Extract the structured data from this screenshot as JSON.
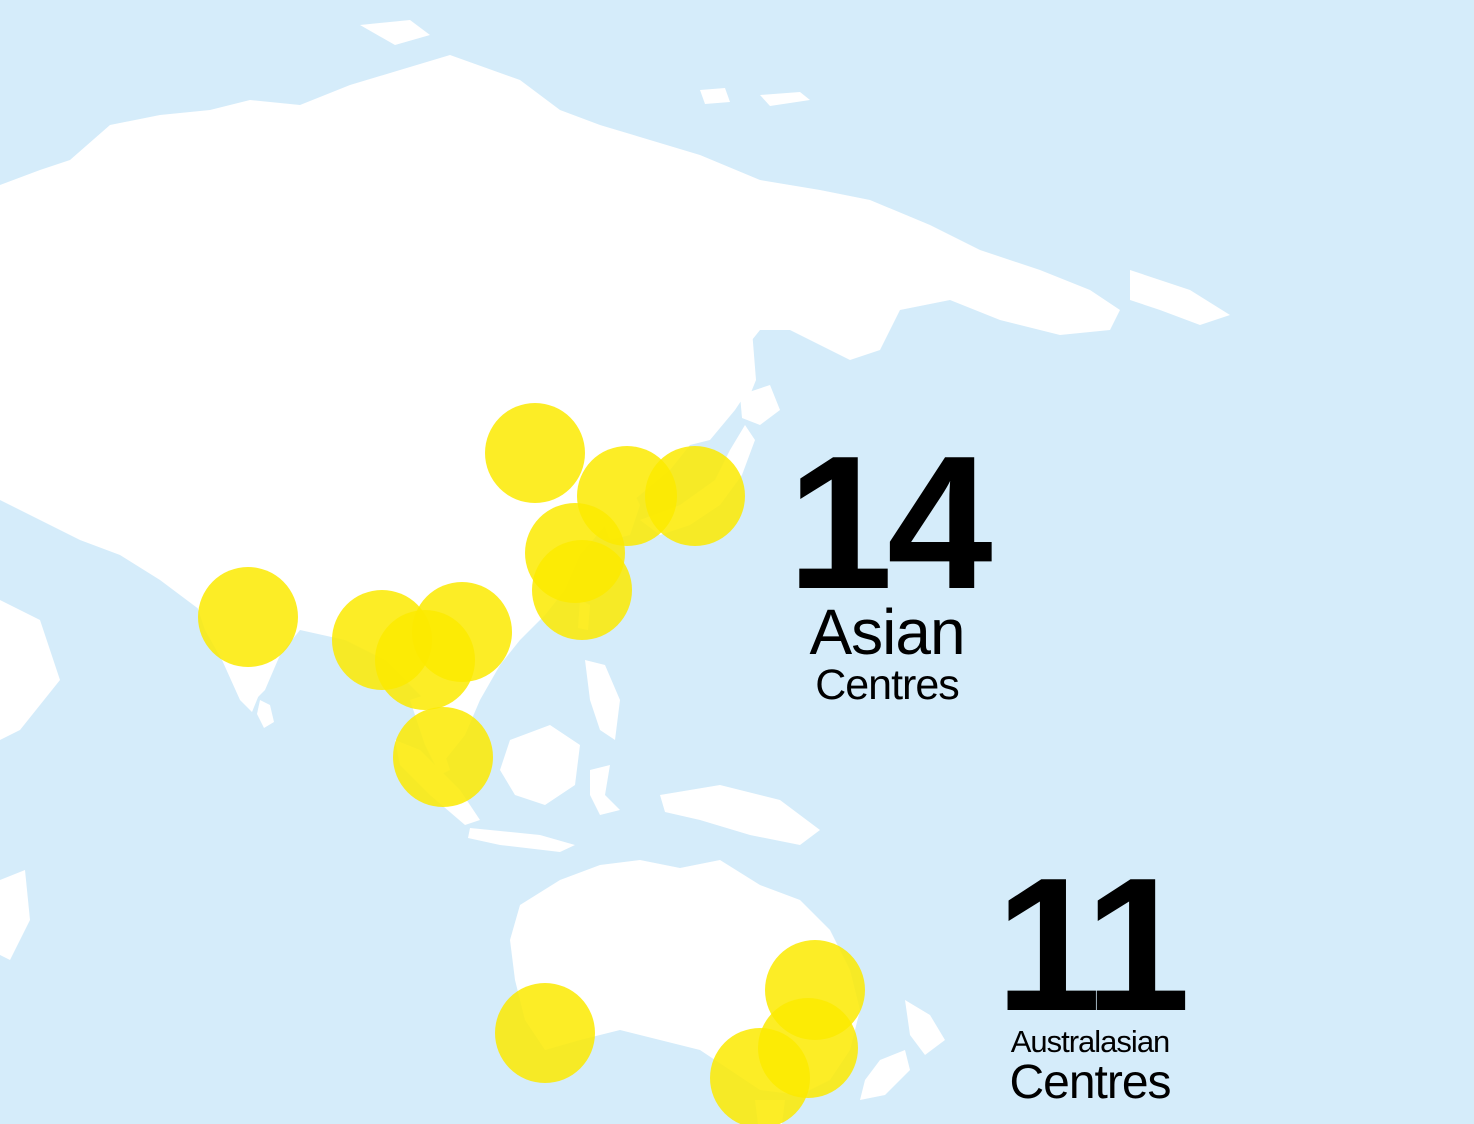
{
  "colors": {
    "ocean": "#d5ecfa",
    "land": "#ffffff",
    "marker": "#fbea00",
    "marker_opacity": 0.85,
    "text": "#000000"
  },
  "asia": {
    "count": "14",
    "label_line1": "Asian",
    "label_line2": "Centres"
  },
  "australasia": {
    "count": "11",
    "label_line1": "Australasian",
    "label_line2": "Centres"
  }
}
